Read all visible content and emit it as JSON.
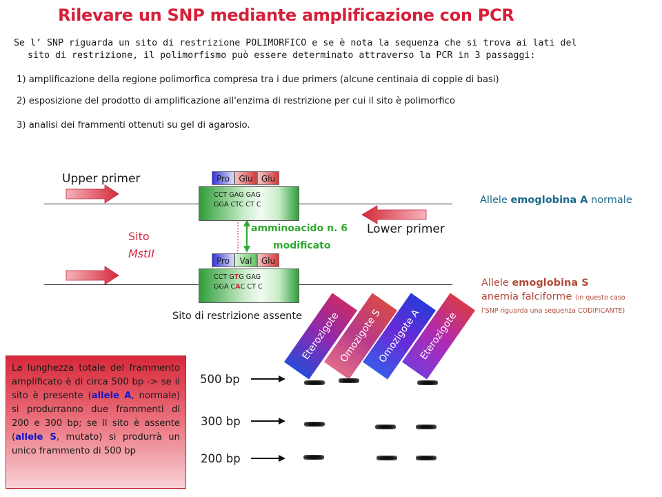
{
  "title": "Rilevare  un SNP mediante amplificazione con PCR",
  "intro": {
    "line1": "Se l’ SNP riguarda un sito di restrizione POLIMORFICO  e se è nota  la sequenza che si trova ai lati del",
    "line2": "sito di restrizione, il polimorfismo può essere determinato attraverso la PCR in 3 passaggi:"
  },
  "steps": [
    "1) amplificazione della regione polimorfica compresa tra i due primers (alcune centinaia di coppie di basi)",
    "2) esposizione del prodotto di amplificazione all'enzima di restrizione per cui il sito è polimorfico",
    "3) analisi dei frammenti ottenuti su gel di agarosio."
  ],
  "primers": {
    "upper": "Upper primer",
    "lower": "Lower primer"
  },
  "normal": {
    "amino_acids": [
      "Pro",
      "Glu",
      "Glu"
    ],
    "seq_top": "CCT GAG GAG",
    "seq_bottom": "GGA CTC CT C",
    "allele_prefix": "Allele ",
    "allele_name": "emoglobina  A",
    "allele_suffix": " normale"
  },
  "mutant": {
    "amino_acids": [
      "Pro",
      "Val",
      "Glu"
    ],
    "seq_top_a": "CCT  G",
    "seq_top_mut": "T",
    "seq_top_b": "G GAG",
    "seq_bottom_a": "GGA C",
    "seq_bottom_mut": "A",
    "seq_bottom_b": "C CT C",
    "allele_prefix": "Allele ",
    "allele_name": "emoglobina  S",
    "allele_line2": "anemia falciforme ",
    "allele_note1": "(in questo caso",
    "allele_note2": "l’SNP riguarda una sequenza CODIFICANTE)"
  },
  "amino_label_1": "amminoacido  n. 6",
  "amino_label_2": "modificato",
  "site_label_1": "Sito",
  "site_label_2": "MstII",
  "site_absent": "Sito di restrizione  assente",
  "lanes": [
    "Eterozigote",
    "Omozigote S",
    "Omozigote A",
    "Eterozigote"
  ],
  "ladder": [
    "500 bp",
    "300 bp",
    "200 bp"
  ],
  "gel_bands": {
    "Eterozigote": [
      "500 bp",
      "300 bp",
      "200 bp"
    ],
    "Omozigote S": [
      "500 bp"
    ],
    "Omozigote A": [
      "300 bp",
      "200 bp"
    ],
    "Eterozigote ": [
      "500 bp",
      "300 bp",
      "200 bp"
    ]
  },
  "info": {
    "p1": "La lunghezza totale del frammento amplificato è di circa 500 bp -> se il sito è presente (",
    "allele_a": "allele A",
    "p2": ", normale) si produrranno due frammenti di 200 e 300 bp; se il sito è assente (",
    "allele_s": "allele S",
    "p3": ", mutato) si produrrà un unico frammento di 500 bp"
  },
  "colors": {
    "title": "#d6203a",
    "primer_arrow": "#d32a3a",
    "green": "#2faa2f",
    "site": "#d0283a"
  }
}
